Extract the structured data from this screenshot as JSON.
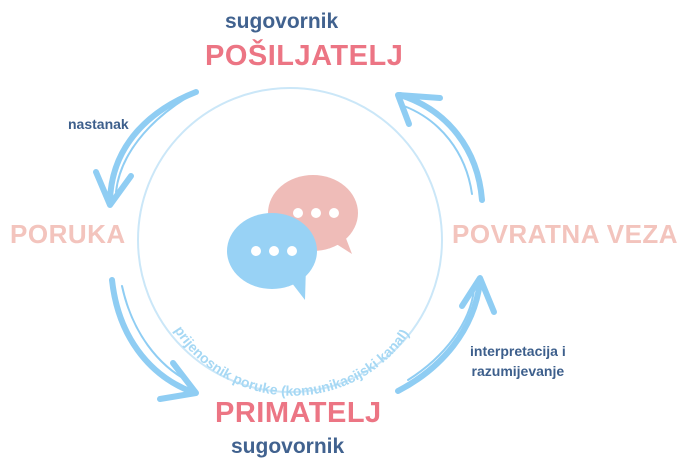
{
  "sender": {
    "role": "sugovornik",
    "title": "POŠILJATELJ"
  },
  "receiver": {
    "role": "sugovornik",
    "title": "PRIMATELJ"
  },
  "message": {
    "title": "PORUKA"
  },
  "feedback": {
    "title": "POVRATNA VEZA"
  },
  "steps": {
    "creation": "nastanak",
    "interpretation_line1": "interpretacija i",
    "interpretation_line2": "razumijevanje"
  },
  "channel": {
    "label": "prijenosnik poruke (komunikacijski kanal)"
  },
  "colors": {
    "arrow": "#8fcdf3",
    "circle": "#cbe7f8",
    "bubble_front": "#98d2f5",
    "bubble_back": "#efbcb8",
    "role_text": "#41628f",
    "node_main": "#ec7584",
    "node_side": "#f3c4bd",
    "channel_text": "#a6d8f4"
  },
  "icons": [
    "chat-bubbles-icon",
    "cycle-arrows-icon"
  ]
}
